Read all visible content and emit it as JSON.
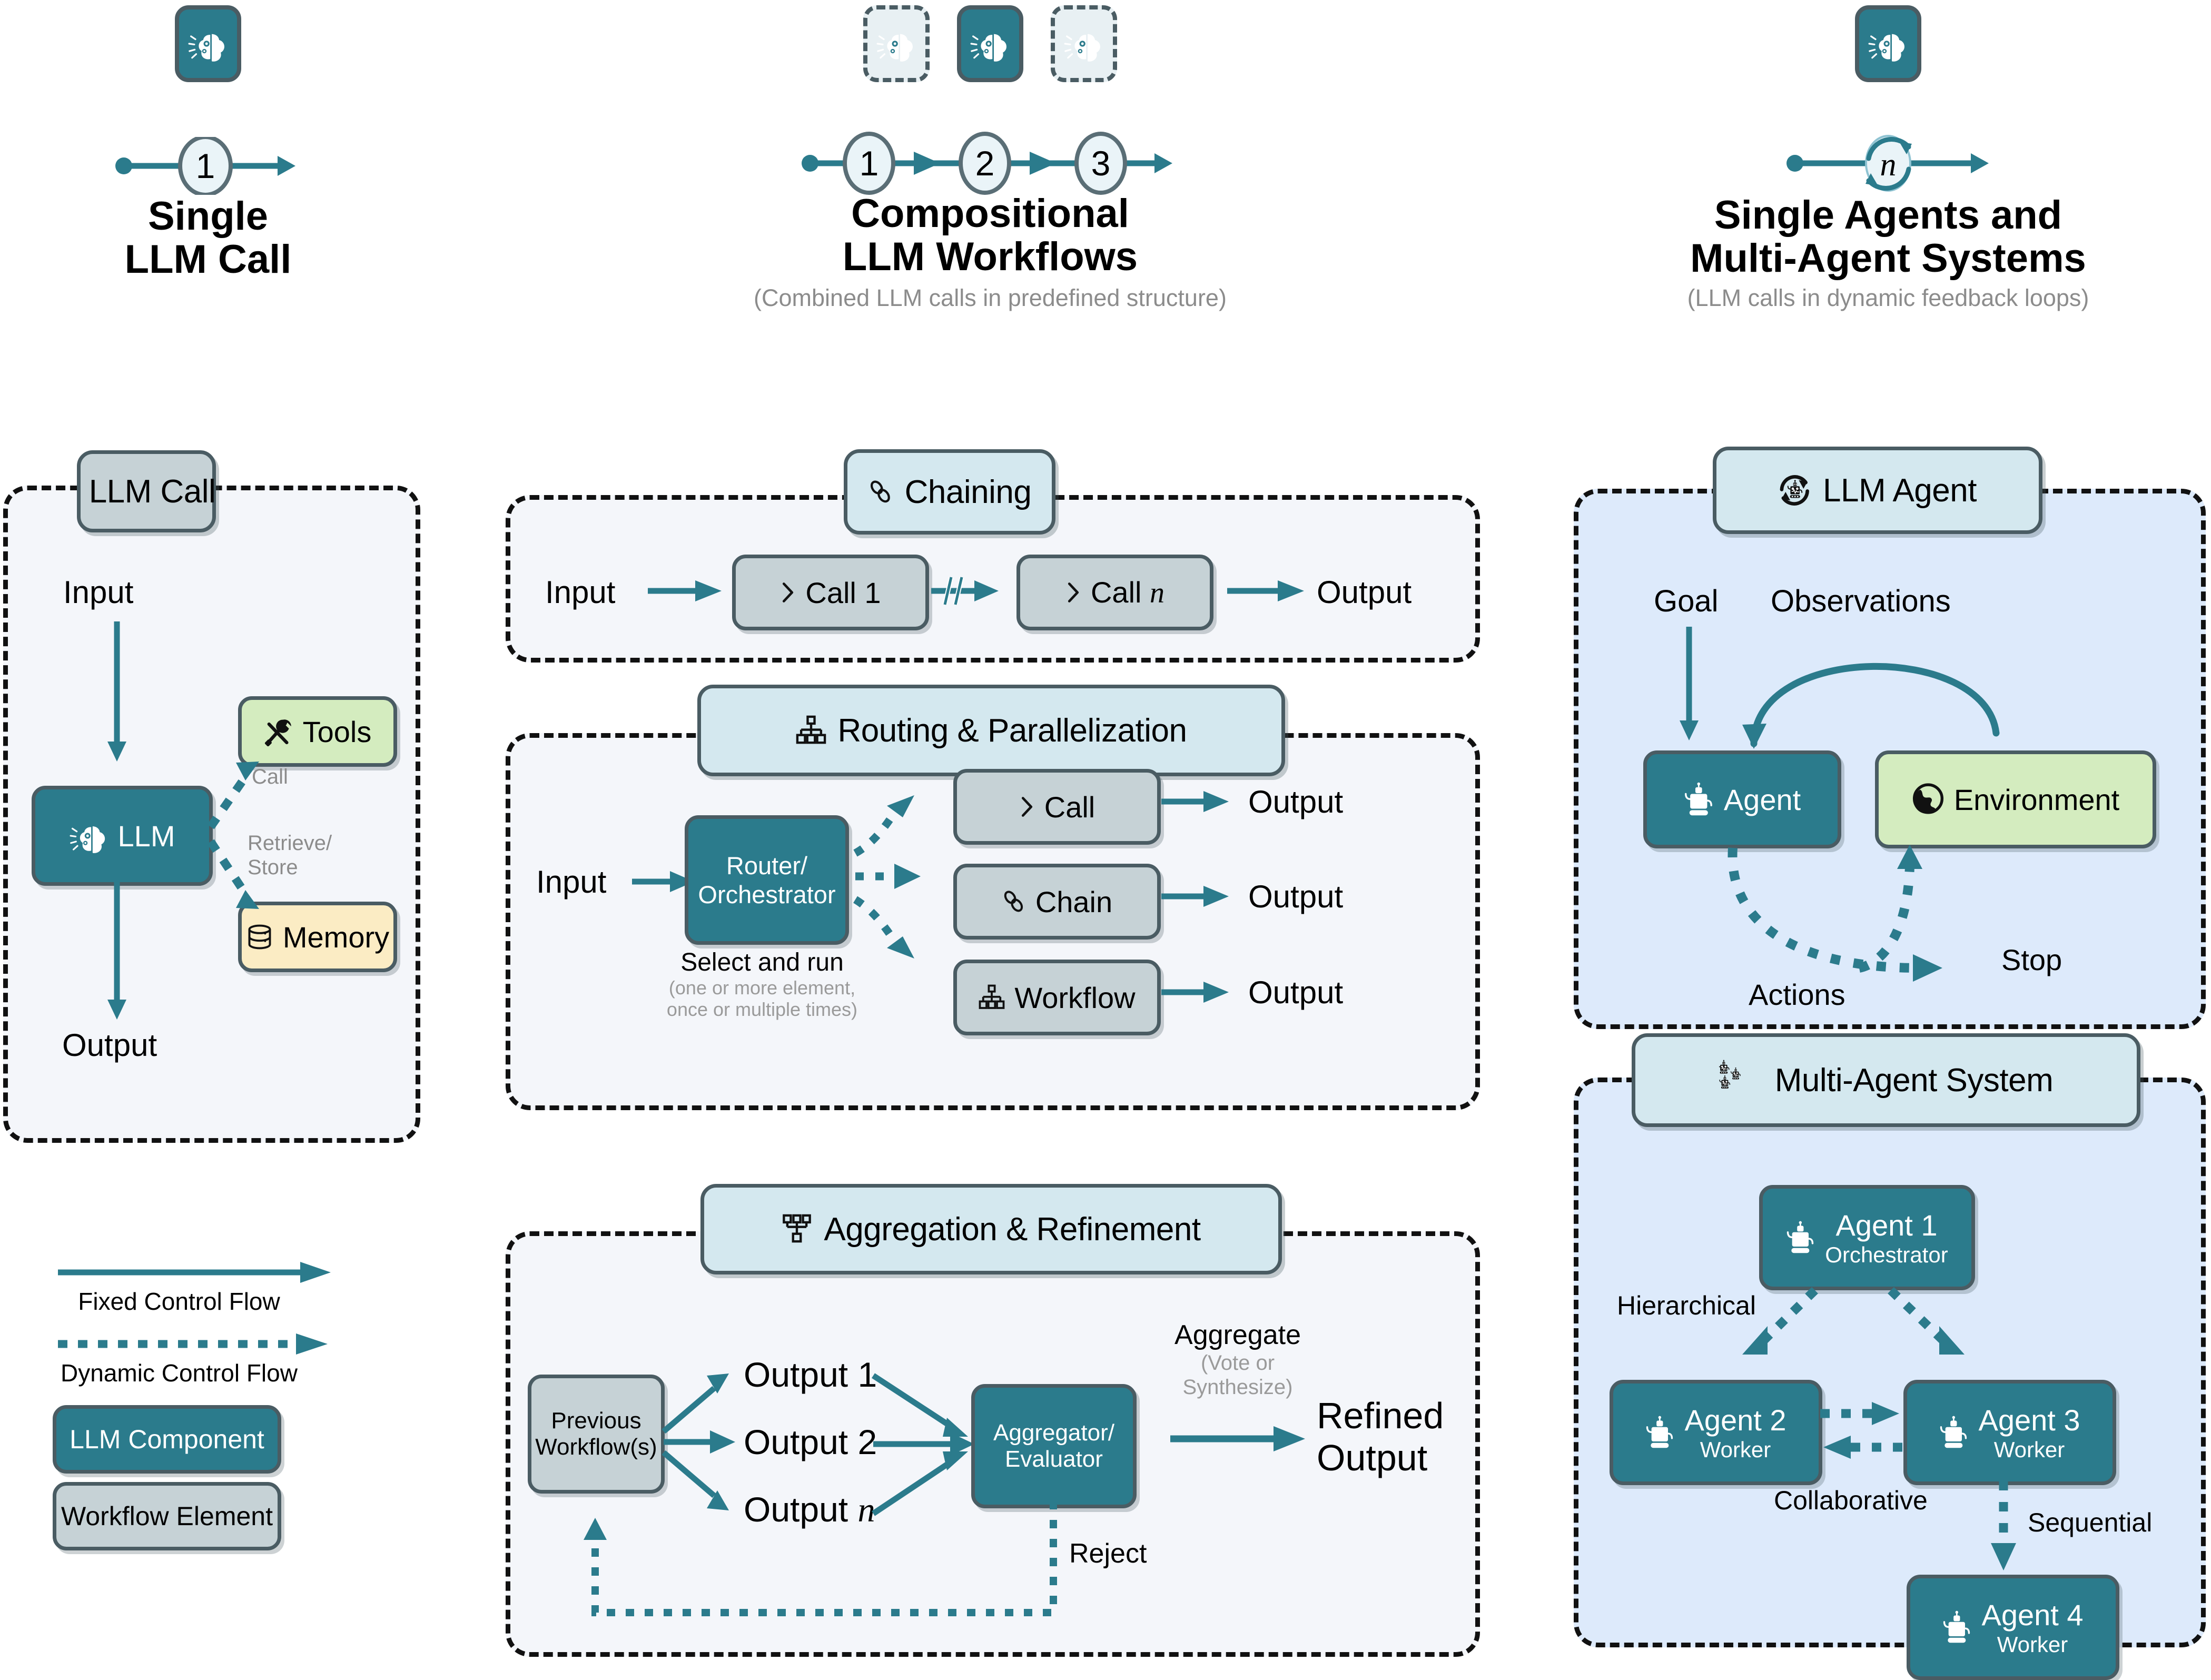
{
  "colors": {
    "teal": "#2b7b8c",
    "slate_border": "#4a5c63",
    "panel_fill_light": "#f4f6fa",
    "panel_fill_blue": "#ddeafb",
    "badge_grey": "#c6d2d6",
    "badge_lblue": "#d4e8ef",
    "green": "#d4ecbf",
    "cream": "#fbecc4",
    "muted_text": "#9a9a9a"
  },
  "headers": [
    {
      "id": "single-llm-call",
      "icons": [
        "brain-icon"
      ],
      "steps": [
        "1"
      ],
      "title_lines": [
        "Single",
        "LLM Call"
      ],
      "subtitle": ""
    },
    {
      "id": "compositional-llm-workflows",
      "icons": [
        "brain-icon-ghost",
        "brain-icon",
        "brain-icon-ghost"
      ],
      "steps": [
        "1",
        "2",
        "3"
      ],
      "title_lines": [
        "Compositional",
        "LLM Workflows"
      ],
      "subtitle": "(Combined LLM calls in predefined structure)"
    },
    {
      "id": "single-agents-multi-agent-systems",
      "icons": [
        "brain-icon"
      ],
      "steps": [
        "n"
      ],
      "title_lines": [
        "Single Agents and",
        "Multi-Agent Systems"
      ],
      "subtitle": "(LLM calls in dynamic feedback loops)"
    }
  ],
  "llm_call_panel": {
    "badge": {
      "icon": "chevron-right-icon",
      "label": "LLM Call"
    },
    "input_label": "Input",
    "output_label": "Output",
    "llm_node": {
      "icon": "brain-icon",
      "label": "LLM"
    },
    "tools_node": {
      "icon": "tools-icon",
      "label": "Tools"
    },
    "memory_node": {
      "icon": "database-icon",
      "label": "Memory"
    },
    "call_edge_label": "Call",
    "memory_edge_label_line1": "Retrieve/",
    "memory_edge_label_line2": "Store"
  },
  "legend": {
    "fixed_flow_label": "Fixed Control Flow",
    "dynamic_flow_label": "Dynamic Control Flow",
    "llm_component_label": "LLM Component",
    "workflow_element_label": "Workflow Element"
  },
  "chaining_panel": {
    "badge": {
      "icon": "link-icon",
      "label": "Chaining"
    },
    "input_label": "Input",
    "output_label": "Output",
    "call_1": {
      "icon": "chevron-right-icon",
      "label": "Call 1"
    },
    "call_n": {
      "icon": "chevron-right-icon",
      "label": "Call n"
    },
    "break_marker": "//"
  },
  "routing_panel": {
    "badge": {
      "icon": "hierarchy-icon",
      "label": "Routing & Parallelization"
    },
    "input_label": "Input",
    "router_node_line1": "Router/",
    "router_node_line2": "Orchestrator",
    "note_title": "Select and run",
    "note_line1": "(one or more element,",
    "note_line2": "once or multiple times)",
    "branches": [
      {
        "icon": "chevron-right-icon",
        "label": "Call",
        "output": "Output"
      },
      {
        "icon": "link-icon",
        "label": "Chain",
        "output": "Output"
      },
      {
        "icon": "hierarchy-icon",
        "label": "Workflow",
        "output": "Output"
      }
    ]
  },
  "aggregation_panel": {
    "badge": {
      "icon": "aggregation-icon",
      "label": "Aggregation & Refinement"
    },
    "previous_line1": "Previous",
    "previous_line2": "Workflow(s)",
    "outputs": [
      "Output 1",
      "Output 2",
      "Output n"
    ],
    "aggregator_line1": "Aggregator/",
    "aggregator_line2": "Evaluator",
    "aggregate_label": "Aggregate",
    "aggregate_sub_line1": "(Vote or",
    "aggregate_sub_line2": "Synthesize)",
    "refined_line1": "Refined",
    "refined_line2": "Output",
    "reject_label": "Reject"
  },
  "llm_agent_panel": {
    "badge": {
      "icon": "agent-loop-icon",
      "label": "LLM Agent"
    },
    "goal_label": "Goal",
    "observations_label": "Observations",
    "actions_label": "Actions",
    "stop_label": "Stop",
    "agent_node": {
      "icon": "robot-icon",
      "label": "Agent"
    },
    "environment_node": {
      "icon": "globe-icon",
      "label": "Environment"
    }
  },
  "multi_agent_panel": {
    "badge": {
      "icon": "robots-icon",
      "label": "Multi-Agent System"
    },
    "hierarchical_label": "Hierarchical",
    "collaborative_label": "Collaborative",
    "sequential_label": "Sequential",
    "agents": [
      {
        "icon": "robot-icon",
        "name": "Agent 1",
        "role": "Orchestrator"
      },
      {
        "icon": "robot-icon",
        "name": "Agent 2",
        "role": "Worker"
      },
      {
        "icon": "robot-icon",
        "name": "Agent 3",
        "role": "Worker"
      },
      {
        "icon": "robot-icon",
        "name": "Agent 4",
        "role": "Worker"
      }
    ]
  }
}
